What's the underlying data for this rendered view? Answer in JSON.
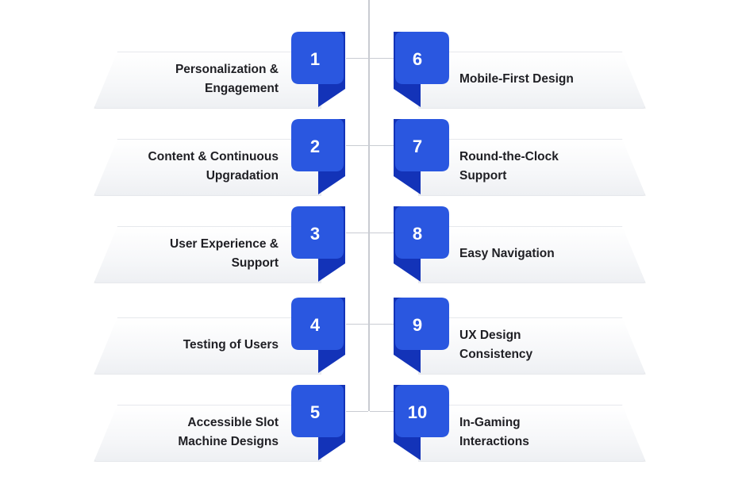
{
  "colors": {
    "badge_light": "#2a57e0",
    "badge_dark": "#1333b8",
    "spine": "#c9ccd2",
    "text": "#1f1f24"
  },
  "items": [
    {
      "number": "1",
      "lines": [
        "Personalization &",
        "Engagement"
      ],
      "side": "left"
    },
    {
      "number": "2",
      "lines": [
        "Content & Continuous",
        "Upgradation"
      ],
      "side": "left"
    },
    {
      "number": "3",
      "lines": [
        "User Experience &",
        "Support"
      ],
      "side": "left"
    },
    {
      "number": "4",
      "lines": [
        "Testing of Users"
      ],
      "side": "left"
    },
    {
      "number": "5",
      "lines": [
        "Accessible Slot",
        "Machine Designs"
      ],
      "side": "left"
    },
    {
      "number": "6",
      "lines": [
        "Mobile-First Design"
      ],
      "side": "right"
    },
    {
      "number": "7",
      "lines": [
        "Round-the-Clock",
        "Support"
      ],
      "side": "right"
    },
    {
      "number": "8",
      "lines": [
        "Easy Navigation"
      ],
      "side": "right"
    },
    {
      "number": "9",
      "lines": [
        "UX Design",
        "Consistency"
      ],
      "side": "right"
    },
    {
      "number": "10",
      "lines": [
        "In-Gaming",
        "Interactions"
      ],
      "side": "right"
    }
  ]
}
